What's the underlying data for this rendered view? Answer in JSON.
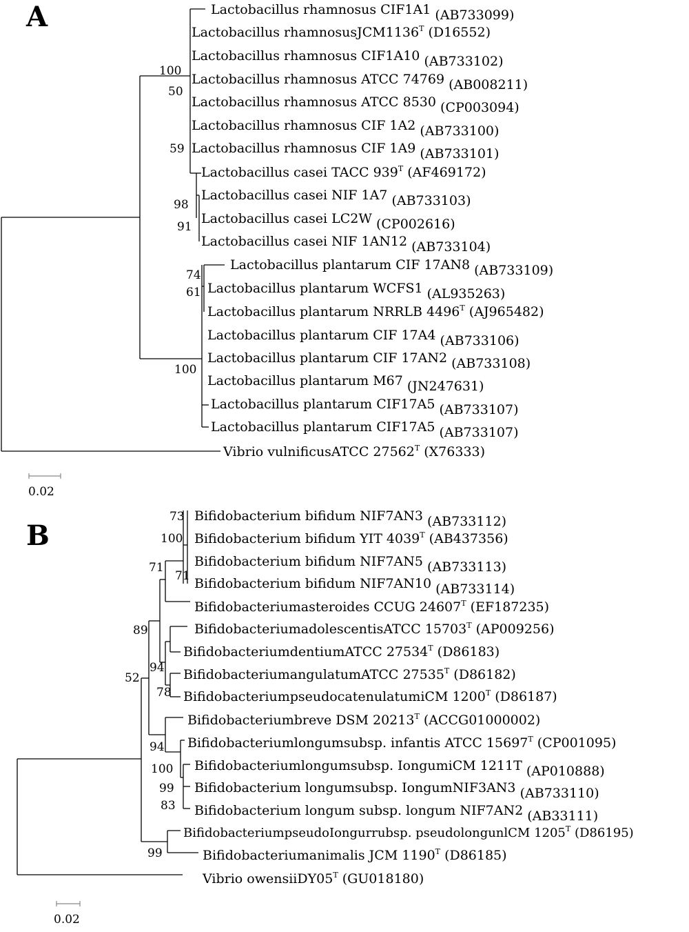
{
  "panel_a": {
    "letter": "A",
    "leaves": [
      {
        "name": "Lactobacillus rhamnosus CIF1A1",
        "sup": "",
        "acc": "(AB733099)"
      },
      {
        "name": "Lactobacillus rhamnosusJCM1136",
        "sup": "T",
        "acc": "(D16552)"
      },
      {
        "name": "Lactobacillus rhamnosus CIF1A10",
        "sup": "",
        "acc": "(AB733102)"
      },
      {
        "name": "Lactobacillus rhamnosus ATCC 74769",
        "sup": "",
        "acc": "(AB008211)"
      },
      {
        "name": "Lactobacillus rhamnosus ATCC 8530",
        "sup": "",
        "acc": "(CP003094)"
      },
      {
        "name": "Lactobacillus rhamnosus CIF 1A2",
        "sup": "",
        "acc": "(AB733100)"
      },
      {
        "name": "Lactobacillus rhamnosus CIF 1A9",
        "sup": "",
        "acc": "(AB733101)"
      },
      {
        "name": "Lactobacillus casei TACC 939",
        "sup": "T",
        "acc": "(AF469172)"
      },
      {
        "name": "Lactobacillus casei NIF 1A7",
        "sup": "",
        "acc": "(AB733103)"
      },
      {
        "name": "Lactobacillus casei LC2W",
        "sup": "",
        "acc": "(CP002616)"
      },
      {
        "name": "Lactobacillus casei NIF 1AN12",
        "sup": "",
        "acc": "(AB733104)"
      },
      {
        "name": "Lactobacillus plantarum CIF 17AN8",
        "sup": "",
        "acc": "(AB733109)"
      },
      {
        "name": "Lactobacillus plantarum WCFS1",
        "sup": "",
        "acc": "(AL935263)"
      },
      {
        "name": "Lactobacillus plantarum NRRLB 4496",
        "sup": "T",
        "acc": "(AJ965482)"
      },
      {
        "name": "Lactobacillus plantarum CIF 17A4",
        "sup": "",
        "acc": "(AB733106)"
      },
      {
        "name": "Lactobacillus plantarum CIF 17AN2",
        "sup": "",
        "acc": "(AB733108)"
      },
      {
        "name": "Lactobacillus plantarum M67",
        "sup": "",
        "acc": "(JN247631)"
      },
      {
        "name": "Lactobacillus plantarum CIF17A5",
        "sup": "",
        "acc": "(AB733107)"
      },
      {
        "name": "Lactobacillus plantarum CIF17A5",
        "sup": "",
        "acc": "(AB733107)"
      },
      {
        "name": "Vibrio vulnificusATCC 27562",
        "sup": "T",
        "acc": "(X76333)"
      }
    ],
    "bootstraps": [
      "100",
      "50",
      "59",
      "98",
      "91",
      "74",
      "61",
      "100"
    ],
    "scale_label": "0.02"
  },
  "panel_b": {
    "letter": "B",
    "leaves": [
      {
        "name": "Bifidobacterium bifidum NIF7AN3",
        "sup": "",
        "acc": "(AB733112)"
      },
      {
        "name": "Bifidobacterium bifidum YIT 4039",
        "sup": "T",
        "acc": "(AB437356)"
      },
      {
        "name": "Bifidobacterium bifidum NIF7AN5",
        "sup": "",
        "acc": "(AB733113)"
      },
      {
        "name": "Bifidobacterium bifidum NIF7AN10",
        "sup": "",
        "acc": "(AB733114)"
      },
      {
        "name": "Bifidobacteriumasteroides CCUG 24607",
        "sup": "T",
        "acc": "(EF187235)"
      },
      {
        "name": "BifidobacteriumadolescentisATCC 15703",
        "sup": "T",
        "acc": "(AP009256)"
      },
      {
        "name": "BifidobacteriumdentiumATCC 27534",
        "sup": "T",
        "acc": "(D86183)"
      },
      {
        "name": "BifidobacteriumangulatumATCC 27535",
        "sup": "T",
        "acc": "(D86182)"
      },
      {
        "name": "BifidobacteriumpseudocatenulatumiCM 1200",
        "sup": "T",
        "acc": "(D86187)"
      },
      {
        "name": "Bifidobacteriumbreve DSM 20213",
        "sup": "T",
        "acc": "(ACCG01000002)"
      },
      {
        "name": "Bifidobacteriumlongumsubsp. infantis ATCC 15697",
        "sup": "T",
        "acc": "(CP001095)"
      },
      {
        "name": "Bifidobacteriumlongumsubsp. IongumiCM 1211T",
        "sup": "",
        "acc": "(AP010888)"
      },
      {
        "name": "Bifidobacterium longumsubsp. IongumNIF3AN3",
        "sup": "",
        "acc": "(AB733110)"
      },
      {
        "name": "Bifidobacterium longum subsp. longum NIF7AN2",
        "sup": "",
        "acc": "(AB33111)"
      },
      {
        "name": "BifidobacteriumpseudoIongurrubsp. pseudolongunlCM 1205",
        "sup": "T",
        "acc": "(D86195)"
      },
      {
        "name": "Bifidobacteriumanimalis JCM 1190",
        "sup": "T",
        "acc": "(D86185)"
      },
      {
        "name": "Vibrio owensiiDY05",
        "sup": "T",
        "acc": "(GU018180)"
      }
    ],
    "bootstraps": [
      "73",
      "100",
      "71",
      "71",
      "89",
      "94",
      "78",
      "52",
      "94",
      "100",
      "99",
      "83",
      "99"
    ],
    "scale_label": "0.02"
  }
}
